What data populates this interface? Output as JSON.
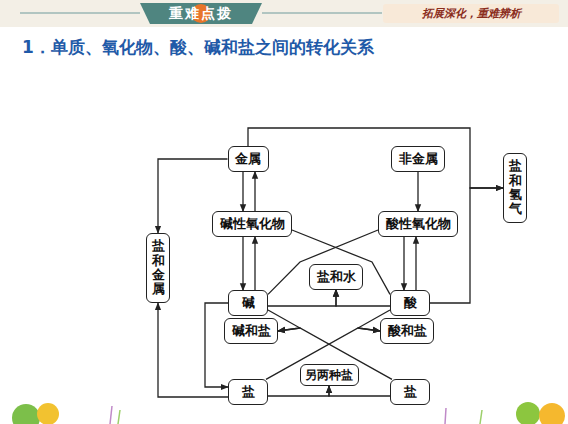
{
  "diagram": {
    "title": "1．单质、氧化物、酸、碱和盐之间的转化关系",
    "nodes": [
      {
        "text": [
          "金属"
        ]
      },
      {
        "text": [
          "非金属"
        ]
      },
      {
        "text": [
          "盐和氢气"
        ]
      },
      {
        "text": [
          "盐和金属"
        ]
      },
      {
        "text": [
          "碱性氧化物"
        ]
      },
      {
        "text": [
          "酸性氧化物"
        ]
      },
      {
        "text": [
          "盐和水"
        ]
      },
      {
        "text": [
          "碱"
        ]
      },
      {
        "text": [
          "酸"
        ]
      },
      {
        "text": [
          "碱和盐"
        ]
      },
      {
        "text": [
          "酸和盐"
        ]
      },
      {
        "text": [
          "另两种盐"
        ]
      },
      {
        "text": [
          "盐"
        ]
      },
      {
        "text": [
          "盐"
        ]
      }
    ],
    "edges": [
      {
        "from": 0,
        "to": 4,
        "arrow": "to"
      },
      {
        "from": 4,
        "to": 0,
        "arrow": "to"
      },
      {
        "from": 1,
        "to": 5,
        "arrow": "to"
      },
      {
        "from": 4,
        "to": 7,
        "arrow": "to"
      },
      {
        "from": 7,
        "to": 4,
        "arrow": "to"
      },
      {
        "from": 5,
        "to": 8,
        "arrow": "to"
      },
      {
        "from": 8,
        "to": 5,
        "arrow": "to"
      },
      {
        "from": 4,
        "to": 8,
        "arrow": "none"
      },
      {
        "from": 5,
        "to": 7,
        "arrow": "none"
      },
      {
        "from": 7,
        "to": 6,
        "arrow": "to"
      },
      {
        "from": 8,
        "to": 6,
        "arrow": "to"
      },
      {
        "from": 0,
        "to": 2,
        "arrow": "to"
      },
      {
        "from": 8,
        "to": 2,
        "arrow": "to"
      },
      {
        "from": 0,
        "to": 3,
        "arrow": "to"
      },
      {
        "from": 12,
        "to": 3,
        "arrow": "to"
      },
      {
        "from": 7,
        "to": 12,
        "arrow": "to"
      },
      {
        "from": 7,
        "to": 9,
        "arrow": "to"
      },
      {
        "from": 13,
        "to": 9,
        "arrow": "to"
      },
      {
        "from": 8,
        "to": 10,
        "arrow": "to"
      },
      {
        "from": 12,
        "to": 10,
        "arrow": "to"
      },
      {
        "from": 12,
        "to": 11,
        "arrow": "to"
      },
      {
        "from": 13,
        "to": 11,
        "arrow": "to"
      }
    ],
    "labels": [
      "重难点拨",
      "拓展深化，重难辨析"
    ]
  }
}
